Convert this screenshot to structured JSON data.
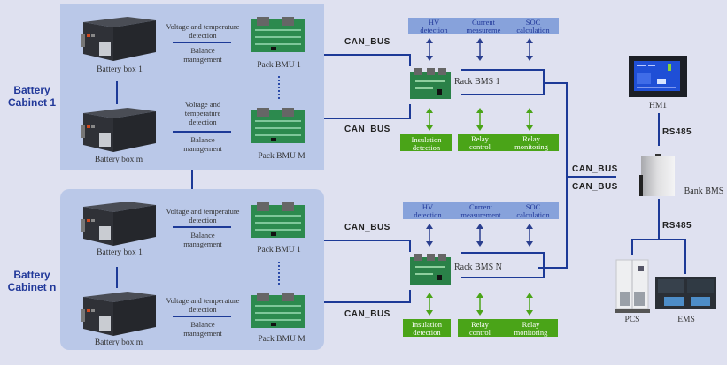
{
  "colors": {
    "background": "#dfe1f0",
    "cabinet_fill": "#bac8e8",
    "line": "#1d3a97",
    "blue_bar": "#87a2db",
    "green_bar": "#4aa418",
    "green_arrow": "#4aa418",
    "label_blue": "#22399a"
  },
  "cabinets": [
    {
      "label": "Battery Cabinet 1",
      "label_line1": "Battery",
      "label_line2": "Cabinet 1",
      "battery_top": "Battery box 1",
      "battery_bottom": "Battery box m",
      "link_top": {
        "upper": "Voltage and temperature detection",
        "lower": "Balance management"
      },
      "link_bottom": {
        "upper_l1": "Voltage and",
        "upper_l2": "temperature",
        "upper_l3": "detection",
        "lower": "Balance management"
      },
      "bmu_top": "Pack BMU 1",
      "bmu_bottom": "Pack BMU M"
    },
    {
      "label": "Battery Cabinet n",
      "label_line1": "Battery",
      "label_line2": "Cabinet n",
      "battery_top": "Battery box 1",
      "battery_bottom": "Battery box m",
      "link_top": {
        "upper": "Voltage and temperature detection",
        "lower": "Balance management"
      },
      "link_bottom": {
        "upper": "Voltage and temperature detection",
        "lower": "Balance management"
      },
      "bmu_top": "Pack BMU 1",
      "bmu_bottom": "Pack BMU M"
    }
  ],
  "text_fragments": {
    "voltage_and_temperature": "Voltage and temperature",
    "detection": "detection",
    "balance": "Balance",
    "management": "management"
  },
  "racks": [
    {
      "label": "Rack BMS 1",
      "bus_top": "CAN_BUS",
      "bus_bottom": "CAN_BUS",
      "top_functions": [
        {
          "l1": "HV",
          "l2": "detection"
        },
        {
          "l1": "Current",
          "l2": "measureme"
        },
        {
          "l1": "SOC",
          "l2": "calculation"
        }
      ],
      "bottom_functions": [
        {
          "l1": "Insulation",
          "l2": "detection"
        },
        {
          "l1": "Relay",
          "l2": "control"
        },
        {
          "l1": "Relay",
          "l2": "monitoring"
        }
      ]
    },
    {
      "label": "Rack BMS N",
      "bus_top": "CAN_BUS",
      "bus_bottom": "CAN_BUS",
      "top_functions": [
        {
          "l1": "HV",
          "l2": "detection"
        },
        {
          "l1": "Current",
          "l2": "measurement"
        },
        {
          "l1": "SOC",
          "l2": "calculation"
        }
      ],
      "bottom_functions": [
        {
          "l1": "Insulation",
          "l2": "detection"
        },
        {
          "l1": "Relay",
          "l2": "control"
        },
        {
          "l1": "Relay",
          "l2": "monitoring"
        }
      ]
    }
  ],
  "bank": {
    "bus_upper": "CAN_BUS",
    "bus_lower": "CAN_BUS",
    "hmi_label": "HM1",
    "rs485_upper": "RS485",
    "bank_bms_label": "Bank BMS",
    "rs485_lower": "RS485",
    "pcs_label": "PCS",
    "ems_label": "EMS"
  }
}
